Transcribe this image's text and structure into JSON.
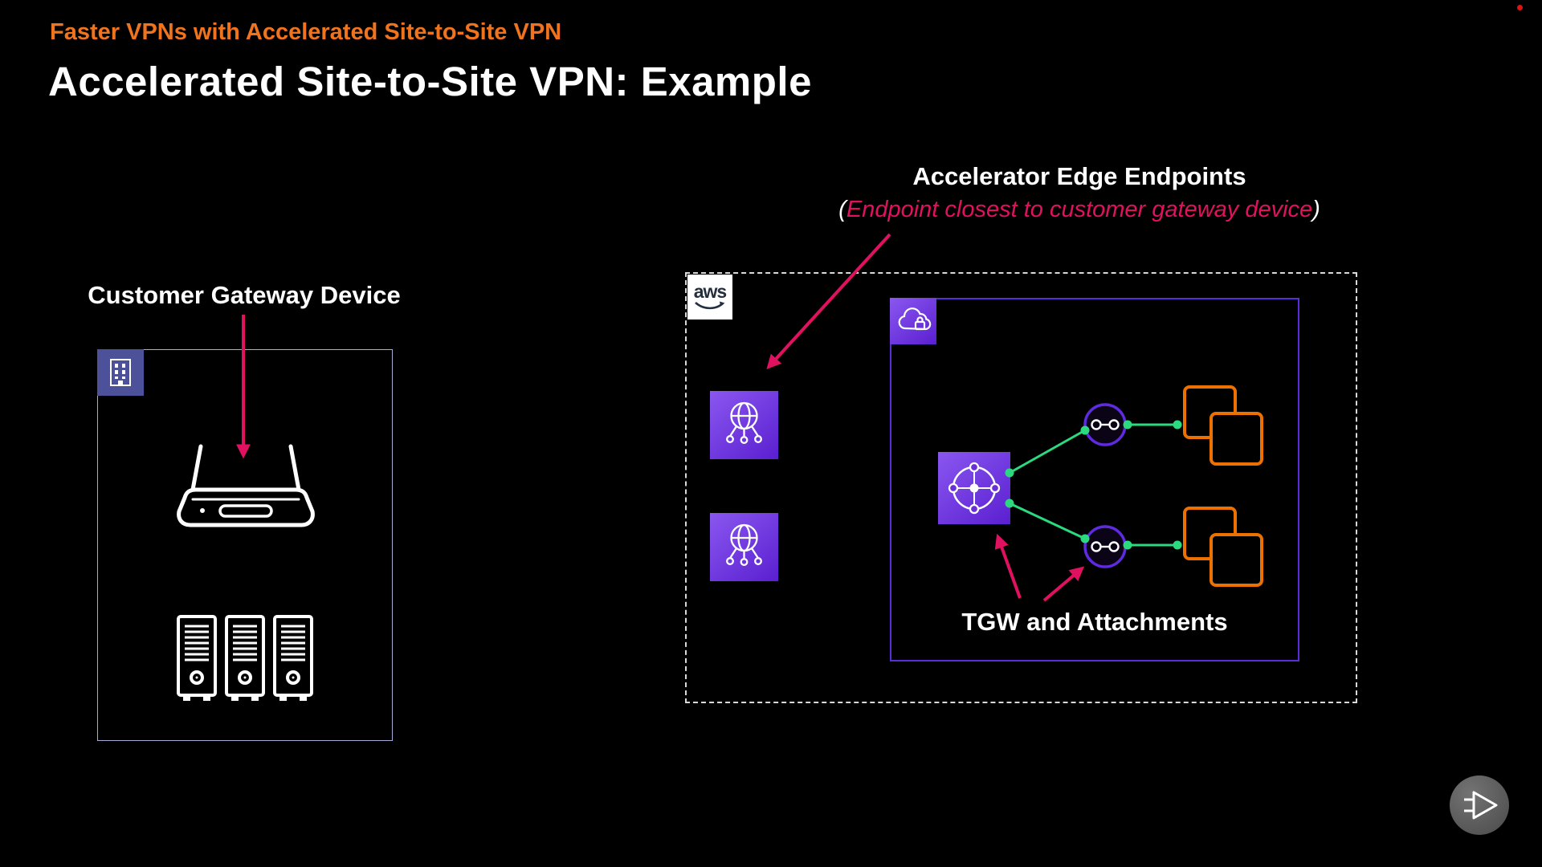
{
  "slide": {
    "kicker": "Faster VPNs with Accelerated Site-to-Site VPN",
    "title": "Accelerated Site-to-Site VPN: Example"
  },
  "labels": {
    "customer_gateway": "Customer Gateway Device",
    "accelerator_heading": "Accelerator Edge Endpoints",
    "accelerator_sub_open": "(",
    "accelerator_sub_text": "Endpoint closest to customer gateway device",
    "accelerator_sub_close": ")",
    "tgw_attachments": "TGW and Attachments",
    "aws_logo_text": "aws"
  },
  "colors": {
    "background": "#000000",
    "kicker_orange": "#f0731d",
    "text_white": "#ffffff",
    "accent_pink": "#e0115f",
    "green_link": "#2bd97e",
    "aws_orange": "#ed7100",
    "purple_border": "#5b2dd8",
    "left_box_border": "#a7add6",
    "tile_indigo": "#4c519a",
    "tile_purple_light": "#8a57f0",
    "tile_purple_dark": "#5a1fd0",
    "vpn_ring_purple": "#5f2be0",
    "logo_gray": "#4a4a4a",
    "aws_text_dark": "#232f3e"
  }
}
